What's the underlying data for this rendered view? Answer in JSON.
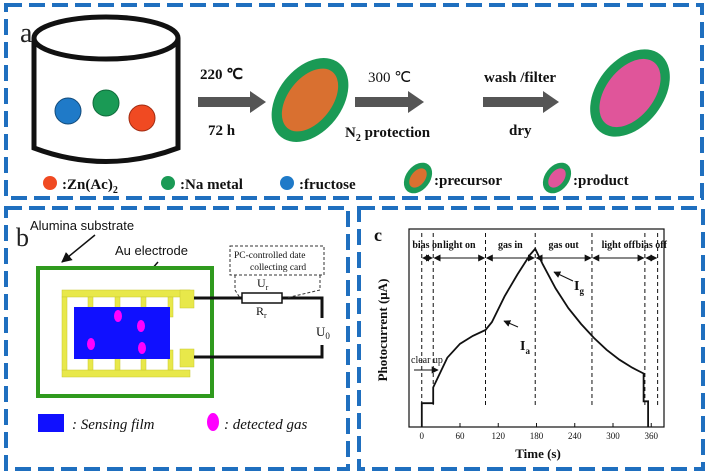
{
  "colors": {
    "frame_blue": "#1f6fbf",
    "zn_red": "#f04a22",
    "na_green": "#1a9a55",
    "fructose_blue": "#1f7ac8",
    "precursor_fill": "#d97030",
    "product_fill": "#e0559a",
    "shell_green": "#1a9a55",
    "arrow_gray": "#555555",
    "substrate_green": "#2f9a1e",
    "electrode_yellow": "#e8e84a",
    "film_blue": "#1010ff",
    "gas_magenta": "#ff00ff"
  },
  "panel_a": {
    "label": "a",
    "step1_top": "220 ℃",
    "step1_bottom": "72 h",
    "step2_top": "300 ℃",
    "step2_bottom_main": "N",
    "step2_bottom_sub": "2",
    "step2_bottom_rest": " protection",
    "step3_top": "wash /filter",
    "step3_bottom": "dry",
    "legend": {
      "zn_main": ":Zn(Ac)",
      "zn_sub": "2",
      "na": ":Na metal",
      "fructose": ":fructose",
      "precursor": ":precursor",
      "product": ":product"
    }
  },
  "panel_b": {
    "label": "b",
    "substrate_label": "Alumina substrate",
    "electrode_label": "Au electrode",
    "card_line1": "PC-controlled date",
    "card_line2": "collecting card",
    "ur_main": "U",
    "ur_sub": "r",
    "rr_main": "R",
    "rr_sub": "r",
    "u0_main": "U",
    "u0_sub": "0",
    "legend_film": ": Sensing film",
    "legend_gas": ": detected gas"
  },
  "panel_c": {
    "label": "c",
    "ylabel": "Photocurrent (μA)",
    "xlabel": "Time (s)",
    "annotations": {
      "clear_up": "clear up",
      "ia_main": "I",
      "ia_sub": "a",
      "ig_main": "I",
      "ig_sub": "g"
    }
  },
  "chart_data": {
    "type": "line",
    "xlabel": "Time (s)",
    "ylabel": "Photocurrent (μA)",
    "xlim": [
      -20,
      380
    ],
    "ylim": [
      0,
      100
    ],
    "x_ticks": [
      0,
      60,
      120,
      180,
      240,
      300,
      360
    ],
    "phases": [
      {
        "name": "bias on",
        "start": 0,
        "end": 18
      },
      {
        "name": "light on",
        "start": 18,
        "end": 100
      },
      {
        "name": "gas in",
        "start": 100,
        "end": 178
      },
      {
        "name": "gas out",
        "start": 178,
        "end": 267
      },
      {
        "name": "light off",
        "start": 267,
        "end": 350
      },
      {
        "name": "bias off",
        "start": 350,
        "end": 370
      }
    ],
    "series": [
      {
        "x": [
          0,
          0,
          18,
          18,
          40,
          60,
          80,
          100,
          110,
          130,
          150,
          170,
          178,
          190,
          210,
          230,
          250,
          270,
          290,
          310,
          330,
          348,
          348,
          355,
          355
        ],
        "y": [
          0,
          12,
          12,
          20,
          35,
          42,
          46,
          49,
          53,
          66,
          77,
          87,
          90,
          82,
          70,
          60,
          52,
          45,
          39,
          34,
          30,
          27,
          13,
          13,
          0
        ]
      }
    ]
  }
}
